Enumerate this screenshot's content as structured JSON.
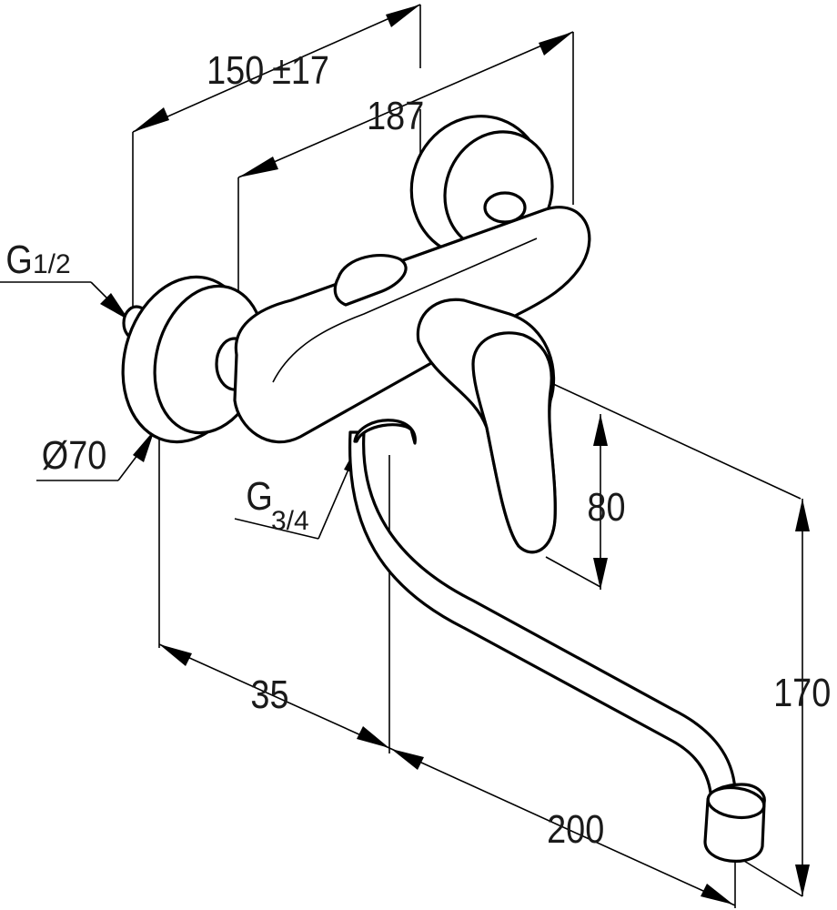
{
  "dimensions": {
    "width_top": "150",
    "width_tol": "±17",
    "body_width": "187",
    "inlet_thread_main": "G",
    "inlet_thread_sub": "1/2",
    "rosette_diameter": "Ø70",
    "outlet_thread_main": "G",
    "outlet_thread_sub": "3/4",
    "lever_height": "80",
    "wall_offset": "35",
    "spout_reach": "200",
    "spout_height": "170"
  },
  "colors": {
    "line": "#000000",
    "text": "#1a1a1a",
    "background": "#ffffff"
  }
}
